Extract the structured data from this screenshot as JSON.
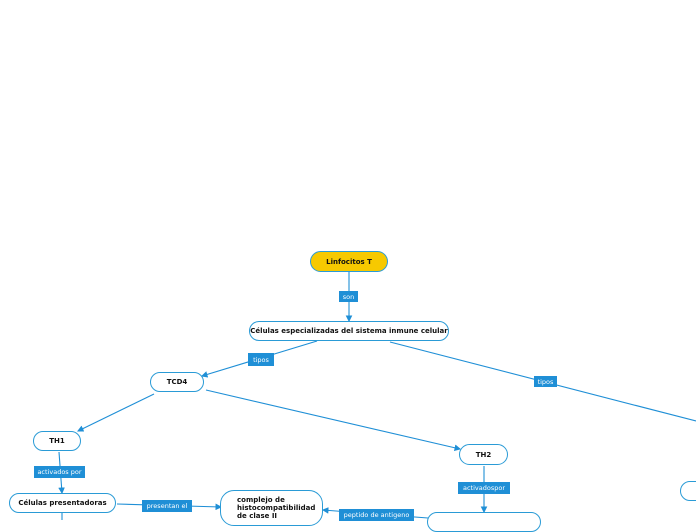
{
  "nodes": {
    "root": "Linfocitos T",
    "celulas": "Células especializadas del sistema inmune celular",
    "tcd4": "TCD4",
    "th1": "TH1",
    "th2": "TH2",
    "presentadoras": "Células presentadoras",
    "complejo_l1": "complejo de",
    "complejo_l2": "histocompatibilidad",
    "complejo_l3": "de clase II"
  },
  "edges": {
    "son": "son",
    "tipos_left": "tipos",
    "tipos_right": "tipos",
    "activados_por": "activados por",
    "activadospor": "activadospor",
    "presentan_el": "presentan el",
    "peptido": "peptido de antigeno"
  },
  "colors": {
    "line": "#1f8fd6",
    "root_fill": "#f7c900",
    "node_border": "#2a9bd6"
  }
}
